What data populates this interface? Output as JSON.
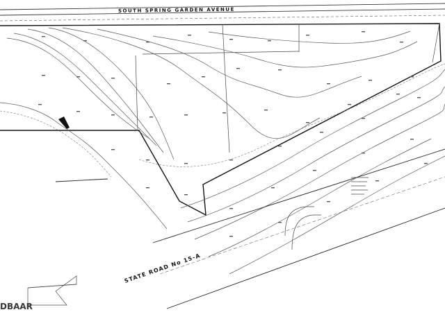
{
  "map": {
    "street_top": "SOUTH   SPRING   GARDEN   AVENUE",
    "road_bottom": "STATE  ROAD  No  15-A",
    "watermark": "DBAAR"
  }
}
